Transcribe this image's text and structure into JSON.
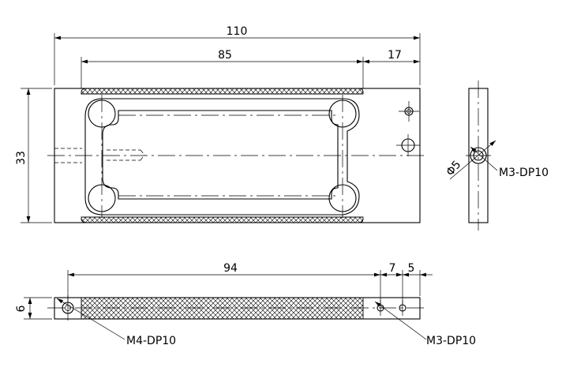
{
  "dimensions": {
    "overall_length": "110",
    "slot_length": "85",
    "end_offset": "17",
    "height": "33",
    "hole_diameter": "Φ5",
    "side_tap": "M3-DP10",
    "bottom_length": "94",
    "bottom_offset_a": "7",
    "bottom_offset_b": "5",
    "thickness": "6",
    "bottom_tap_left": "M4-DP10",
    "bottom_tap_right": "M3-DP10"
  }
}
